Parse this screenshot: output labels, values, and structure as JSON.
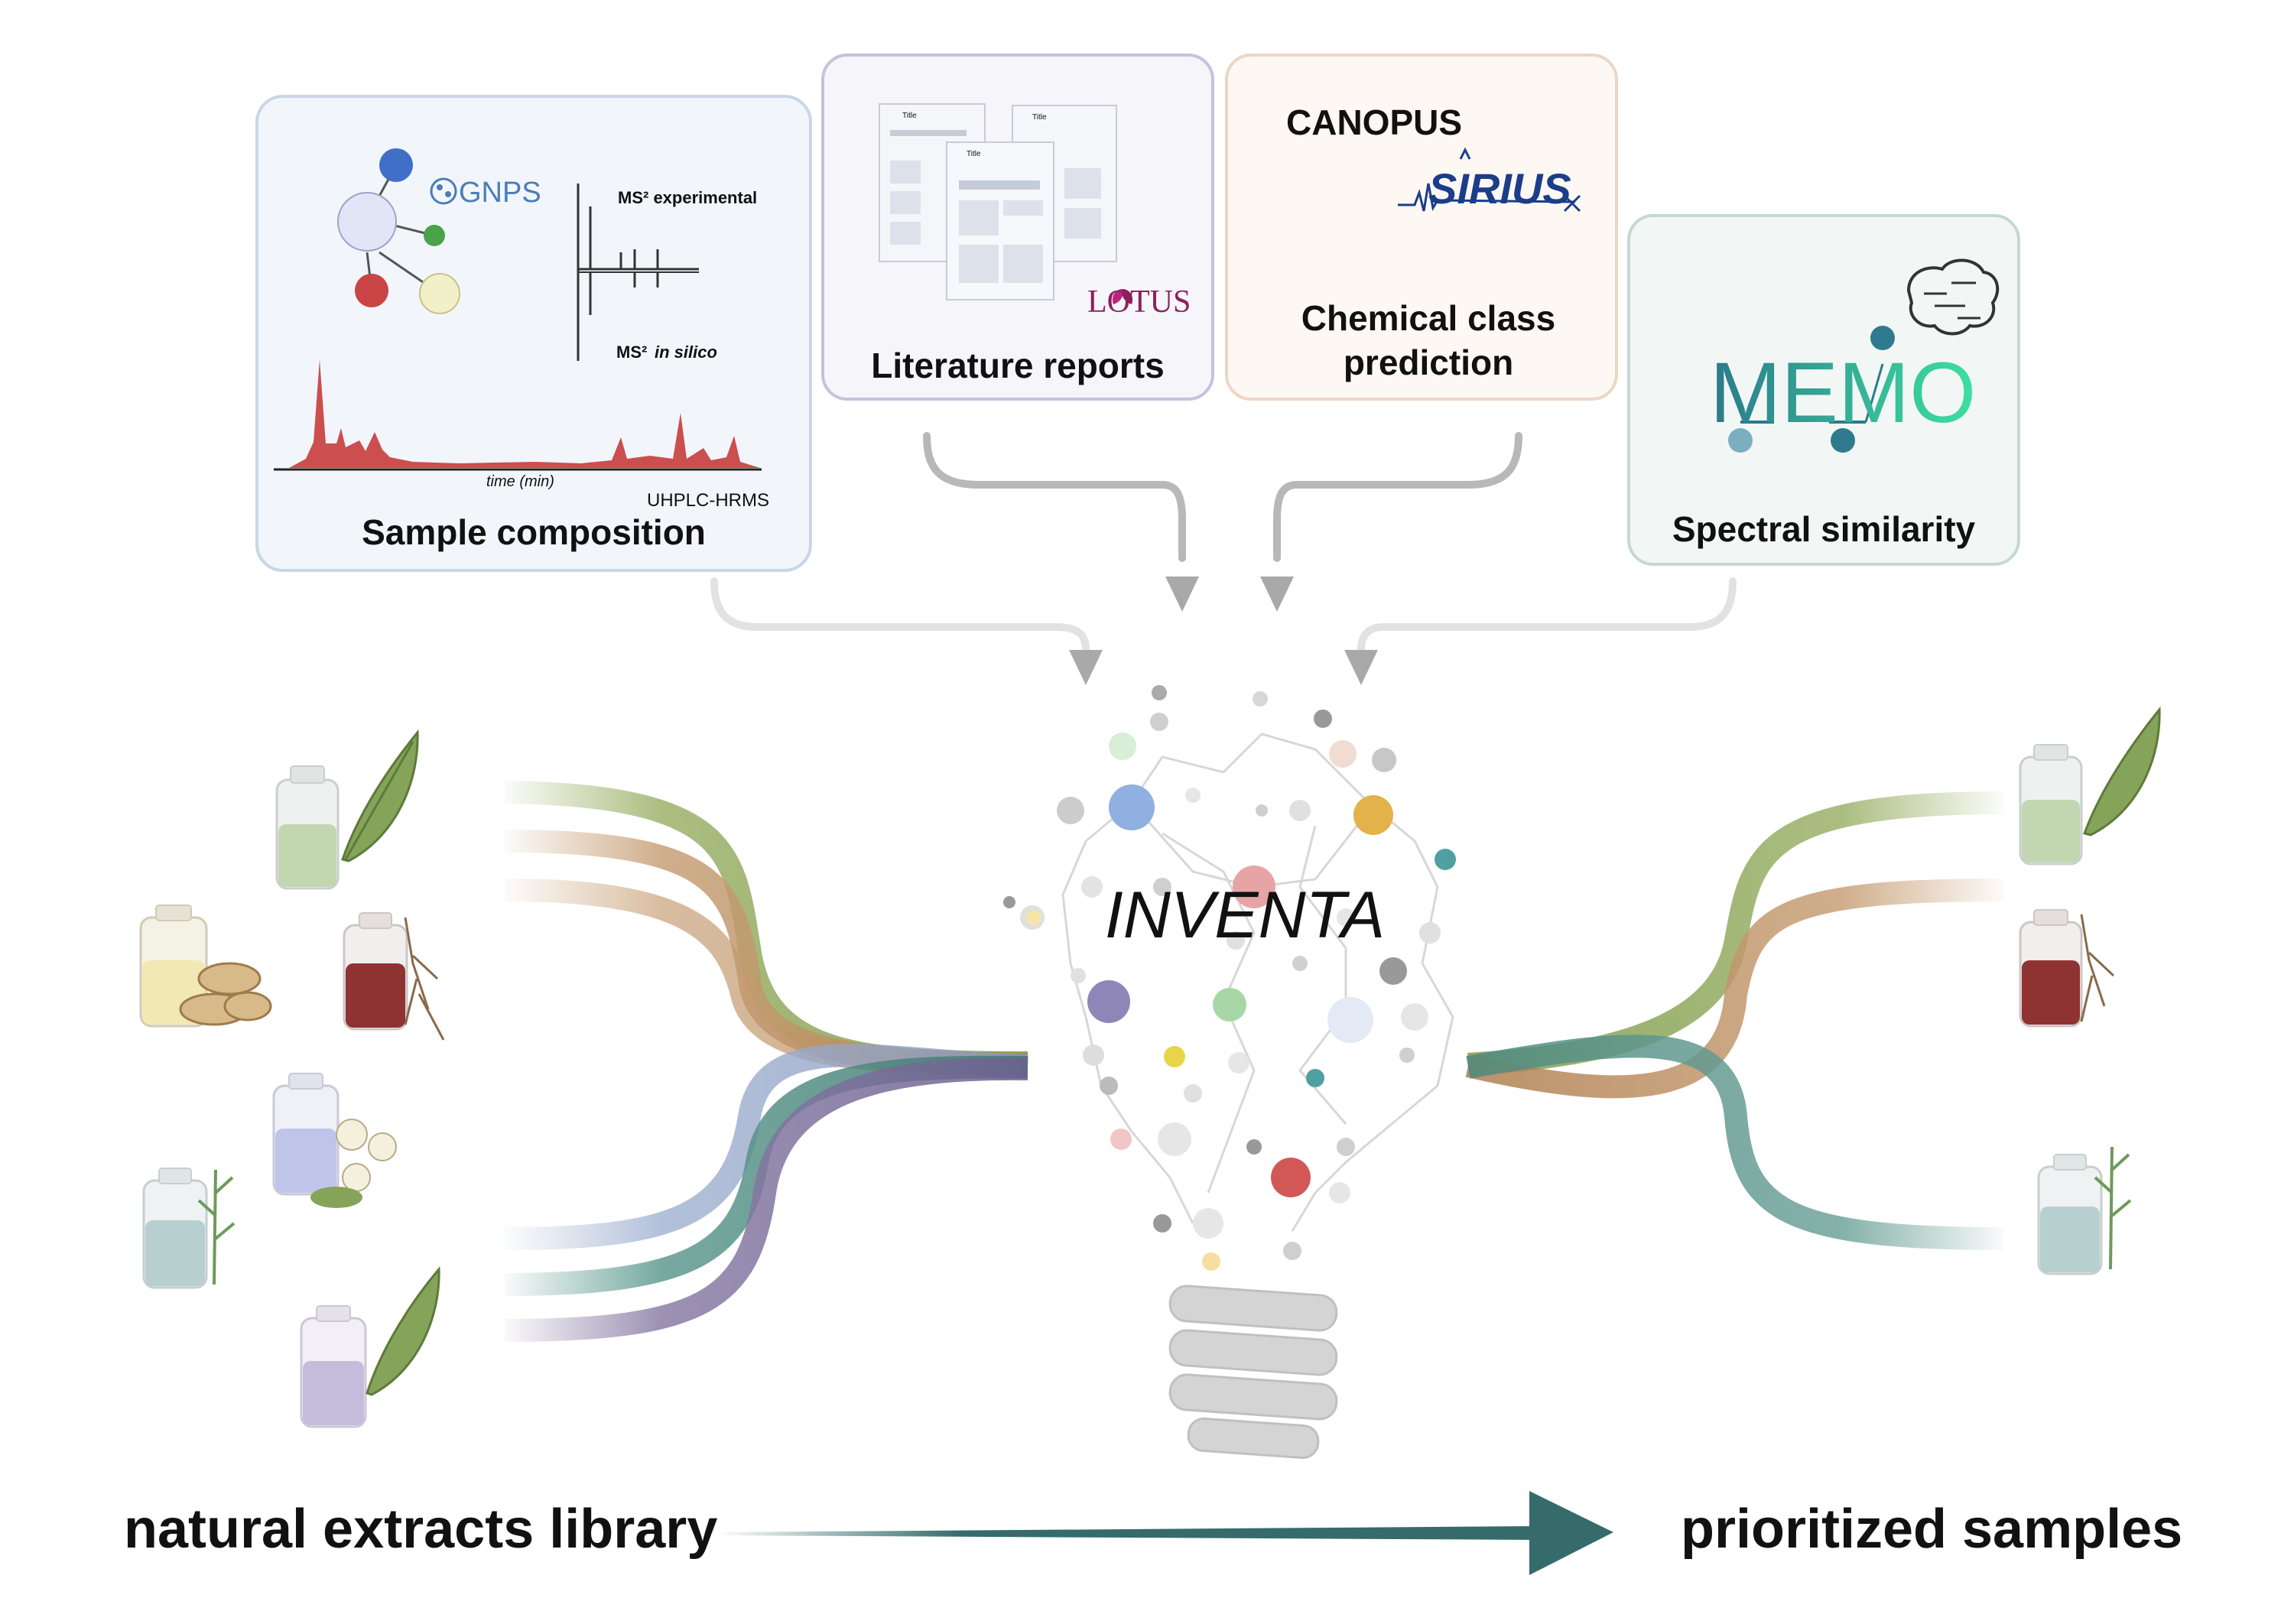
{
  "panels": {
    "sample": {
      "title": "Sample composition",
      "gnps": "GNPS",
      "ms2_exp": "MS² experimental",
      "ms2_prefix": "MS²",
      "ms2_silico": "in silico",
      "time": "time (min)",
      "uhplc": "UHPLC-HRMS"
    },
    "literature": {
      "title": "Literature reports",
      "logo": "LOTUS",
      "doc_title": "Title"
    },
    "chemclass": {
      "title_line1": "Chemical class",
      "title_line2": "prediction",
      "canopus": "CANOPUS",
      "sirius": "SIRIUS"
    },
    "spectral": {
      "title": "Spectral similarity",
      "logo": "MEMO"
    }
  },
  "center": {
    "title": "INVENTA"
  },
  "bottom": {
    "left": "natural extracts library",
    "right": "prioritized samples"
  },
  "colors": {
    "panel_blue": "#f2f6fb",
    "panel_purple": "#f6f5fa",
    "panel_peach": "#fdf8f3",
    "panel_teal": "#f2f7f6",
    "stream_green": "#8fa85a",
    "stream_orange": "#c59b6c",
    "stream_blue": "#8ea3c2",
    "stream_teal": "#4f8a80",
    "stream_purple": "#7c6f98",
    "arrow": "#356b6b"
  }
}
